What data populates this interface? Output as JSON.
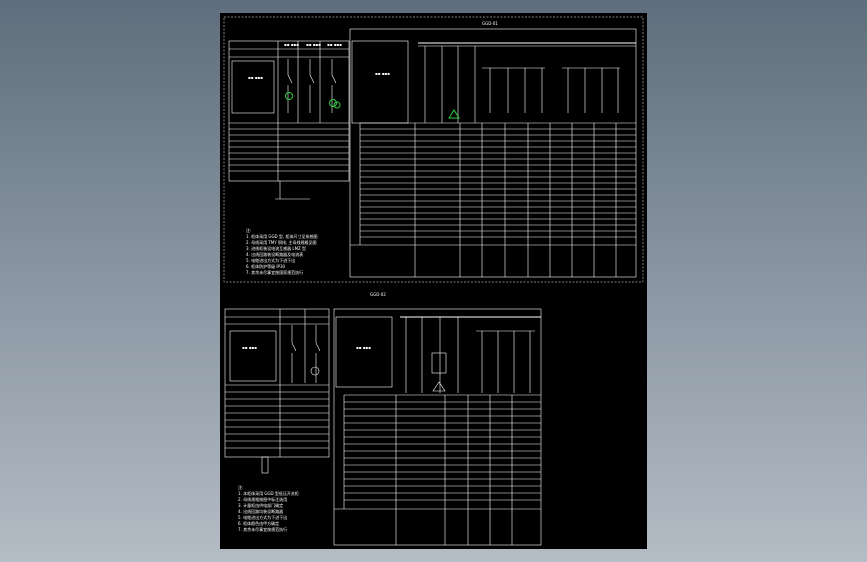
{
  "viewport": {
    "background": "#6f7d8b",
    "sheet_color": "#000000",
    "line_color": "#ffffff",
    "accent_green": "#2ecc40"
  },
  "drawing": {
    "top_title": "GGD-01",
    "bottom_title": "GGD-02",
    "label_glyph": "▪▪ ▪▪▪",
    "notes_head": "注:",
    "top_notes": [
      "1. 柜体采用 GGD 型, 柜体尺寸见系统图",
      "2. 母线采用 TMY 铜排, 主母线规格见图",
      "3. 进线柜装设电流互感器 LMZ 型",
      "4. 出线回路装设断路器及电流表",
      "5. 电缆进出方式为下进下出",
      "6. 柜体防护等级 IP30",
      "7. 其余未尽事宜按国家规范执行"
    ],
    "bottom_notes": [
      "1. 本柜体采用 GGD 型低压开关柜",
      "2. 母线规格按图中标注选用",
      "3. 计量柜由供电部门确定",
      "4. 出线回路均装设断路器",
      "5. 电缆进出方式为下进下出",
      "6. 柜体颜色由甲方确定",
      "7. 其余未尽事宜按规范执行"
    ]
  }
}
